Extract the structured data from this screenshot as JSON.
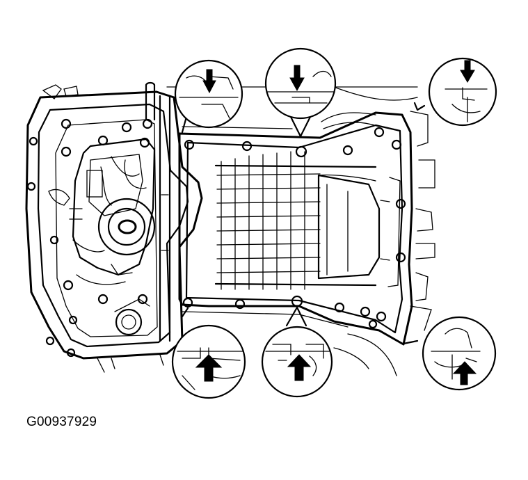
{
  "figure": {
    "id_label": "G00937929",
    "callouts": [
      {
        "name": "top-left-detail",
        "direction": "down"
      },
      {
        "name": "top-center-detail",
        "direction": "down"
      },
      {
        "name": "top-right-detail",
        "direction": "down"
      },
      {
        "name": "bottom-left-detail",
        "direction": "up"
      },
      {
        "name": "bottom-center-detail",
        "direction": "up"
      },
      {
        "name": "bottom-right-detail",
        "direction": "up"
      }
    ]
  }
}
